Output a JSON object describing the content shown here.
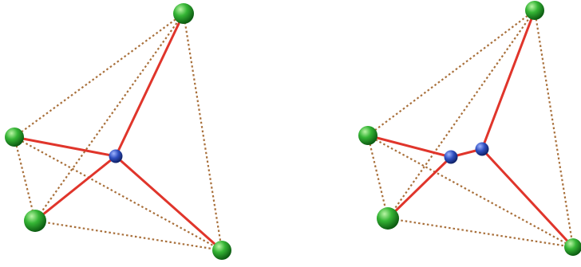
{
  "colors": {
    "background": "#ffffff",
    "solid_edge": "#e0352b",
    "dotted_edge": "#a9703b",
    "outer_node": "#2fae2f",
    "inner_node": "#2b4fb8"
  },
  "diagrams": [
    {
      "name": "left-configuration",
      "outer_node_count": 4,
      "inner_node_count": 1
    },
    {
      "name": "right-configuration",
      "outer_node_count": 4,
      "inner_node_count": 2
    }
  ]
}
